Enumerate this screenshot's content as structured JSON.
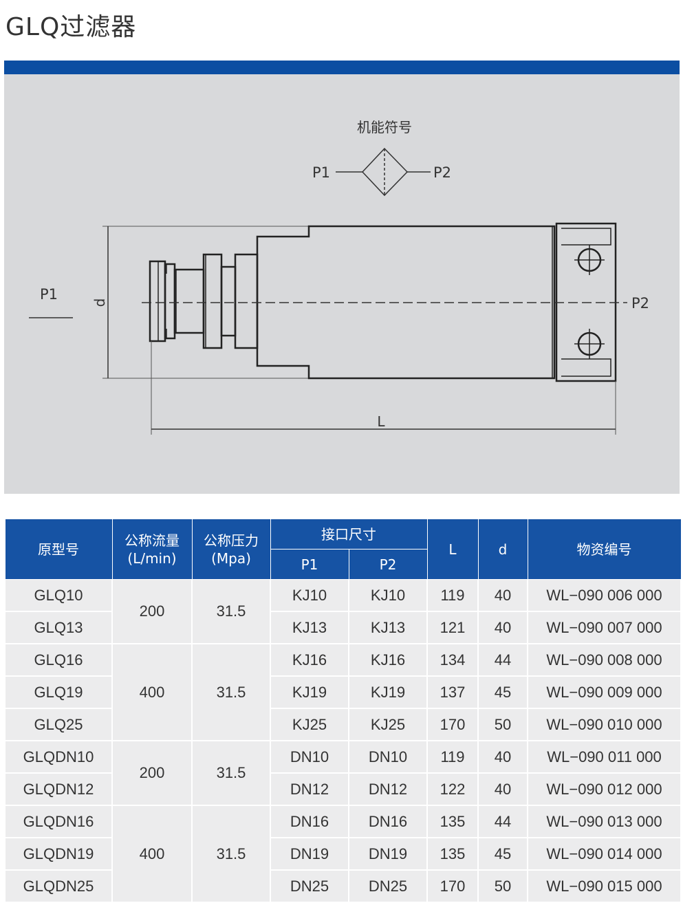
{
  "title": "GLQ过滤器",
  "diagram": {
    "symbol_caption": "机能符号",
    "symbol_p1": "P1",
    "symbol_p2": "P2",
    "label_p1": "P1",
    "label_p2": "P2",
    "label_d": "d",
    "label_L": "L"
  },
  "table": {
    "headers": {
      "model": "原型号",
      "flow_line1": "公称流量",
      "flow_line2": "(L/min)",
      "pressure_line1": "公称压力",
      "pressure_line2": "(Mpa)",
      "port_size": "接口尺寸",
      "p1": "P1",
      "p2": "P2",
      "L": "L",
      "d": "d",
      "material_no": "物资编号"
    },
    "groups": [
      {
        "flow": "200",
        "pressure": "31.5",
        "rows": [
          {
            "model": "GLQ10",
            "p1": "KJ10",
            "p2": "KJ10",
            "L": "119",
            "d": "40",
            "code": "WL−090 006 000"
          },
          {
            "model": "GLQ13",
            "p1": "KJ13",
            "p2": "KJ13",
            "L": "121",
            "d": "40",
            "code": "WL−090 007 000"
          }
        ]
      },
      {
        "flow": "400",
        "pressure": "31.5",
        "rows": [
          {
            "model": "GLQ16",
            "p1": "KJ16",
            "p2": "KJ16",
            "L": "134",
            "d": "44",
            "code": "WL−090 008 000"
          },
          {
            "model": "GLQ19",
            "p1": "KJ19",
            "p2": "KJ19",
            "L": "137",
            "d": "45",
            "code": "WL−090 009 000"
          },
          {
            "model": "GLQ25",
            "p1": "KJ25",
            "p2": "KJ25",
            "L": "170",
            "d": "50",
            "code": "WL−090 010 000"
          }
        ]
      },
      {
        "flow": "200",
        "pressure": "31.5",
        "rows": [
          {
            "model": "GLQDN10",
            "p1": "DN10",
            "p2": "DN10",
            "L": "119",
            "d": "40",
            "code": "WL−090 011 000"
          },
          {
            "model": "GLQDN12",
            "p1": "DN12",
            "p2": "DN12",
            "L": "122",
            "d": "40",
            "code": "WL−090 012 000"
          }
        ]
      },
      {
        "flow": "400",
        "pressure": "31.5",
        "rows": [
          {
            "model": "GLQDN16",
            "p1": "DN16",
            "p2": "DN16",
            "L": "135",
            "d": "44",
            "code": "WL−090 013 000"
          },
          {
            "model": "GLQDN19",
            "p1": "DN19",
            "p2": "DN19",
            "L": "135",
            "d": "45",
            "code": "WL−090 014 000"
          },
          {
            "model": "GLQDN25",
            "p1": "DN25",
            "p2": "DN25",
            "L": "170",
            "d": "50",
            "code": "WL−090 015 000"
          }
        ]
      }
    ]
  },
  "colors": {
    "header_blue": "#1653a4",
    "bar_blue": "#0b4ea2",
    "panel_gray": "#d8d9db",
    "row_gray": "#ececed"
  }
}
